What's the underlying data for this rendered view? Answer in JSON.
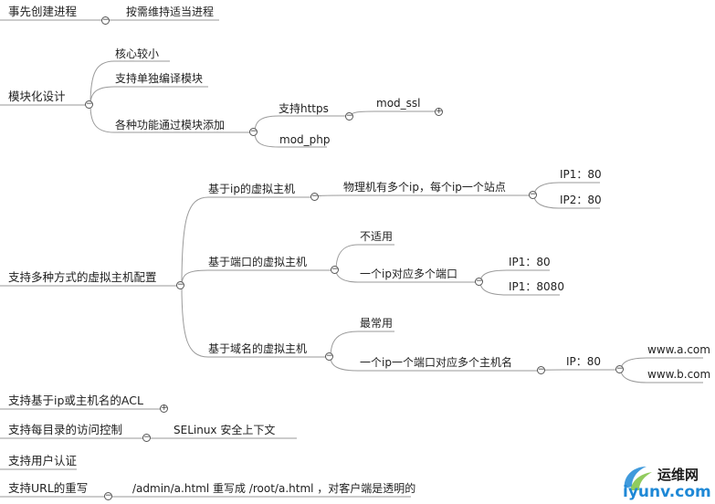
{
  "nodes": {
    "root_precreate": "事先创建进程",
    "on_demand": "按需维持适当进程",
    "root_modular": "模块化设计",
    "core_small": "核心较小",
    "single_compile": "支持单独编译模块",
    "func_add_module": "各种功能通过模块添加",
    "https": "支持https",
    "mod_ssl": "mod_ssl",
    "mod_php": "mod_php",
    "root_vhost": "支持多种方式的虚拟主机配置",
    "ip_vhost": "基于ip的虚拟主机",
    "phys_multi_ip": "物理机有多个ip，每个ip一个站点",
    "ip1_80": "IP1：80",
    "ip2_80": "IP2：80",
    "port_vhost": "基于端口的虚拟主机",
    "not_applicable": "不适用",
    "one_ip_multi_port": "一个ip对应多个端口",
    "ip1_80_b": "IP1：80",
    "ip1_8080": "IP1：8080",
    "domain_vhost": "基于域名的虚拟主机",
    "most_common": "最常用",
    "one_ip_port_multi_host": "一个ip一个端口对应多个主机名",
    "ip_80": "IP：80",
    "www_a": "www.a.com",
    "www_b": "www.b.com",
    "root_acl": "支持基于ip或主机名的ACL",
    "root_dir_access": "支持每目录的访问控制",
    "selinux": "SELinux 安全上下文",
    "root_auth": "支持用户认证",
    "root_rewrite": "支持URL的重写",
    "rewrite_example": "/admin/a.html 重写成 /root/a.html ，对客户端是透明的"
  },
  "logo": {
    "title": "运维网",
    "url": "iyunv.com"
  },
  "colors": {
    "line": "#9a9a9a",
    "text": "#222222",
    "logo_blue": "#1e88d6"
  }
}
